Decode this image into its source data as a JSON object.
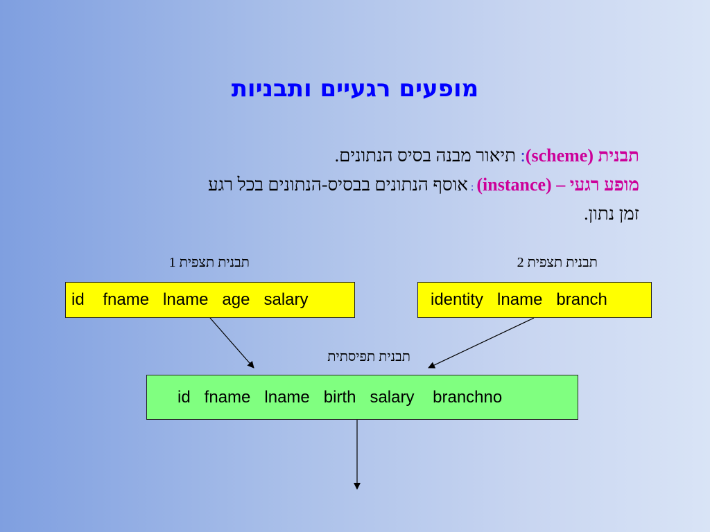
{
  "title": "מופעים רגעיים ותבניות",
  "definitions": [
    {
      "term": "תבנית (scheme)",
      "separator": ":",
      "text": " תיאור מבנה בסיס הנתונים."
    },
    {
      "term": "מופע רגעי – (instance)",
      "separator": " : ",
      "text": "אוסף הנתונים בבסיס-הנתונים בכל רגע",
      "continuation": "זמן נתון."
    }
  ],
  "diagram": {
    "view1": {
      "label": "תבנית תצפית 1",
      "fields": "id    fname   lname   age   salary"
    },
    "view2": {
      "label": "תבנית תצפית 2",
      "fields": "identity   lname   branch"
    },
    "logical": {
      "label": "תבנית תפיסתית",
      "fields": "id   fname   lname   birth   salary    branchno"
    }
  }
}
